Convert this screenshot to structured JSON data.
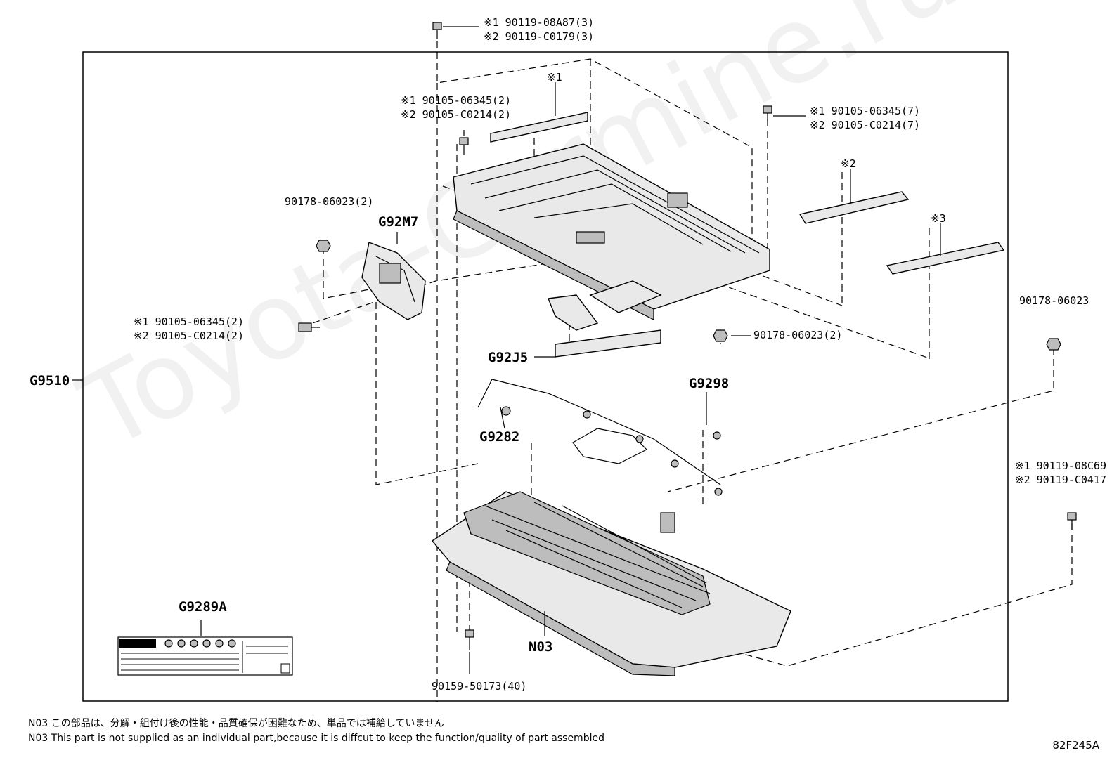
{
  "labels": {
    "top_bolt_1": "※1 90119-08A87(3)",
    "top_bolt_2": "※2 90119-C0179(3)",
    "mark1": "※1",
    "mark2": "※2",
    "mark3": "※3",
    "left_bolt_1": "※1 90105-06345(2)",
    "left_bolt_2": "※2 90105-C0214(2)",
    "right_bolt_1": "※1 90105-06345(7)",
    "right_bolt_2": "※2 90105-C0214(7)",
    "nut_left": "90178-06023(2)",
    "bracket_part": "G92M7",
    "side_bolt_1": "※1 90105-06345(2)",
    "side_bolt_2": "※2 90105-C0214(2)",
    "nut_center": "90178-06023(2)",
    "nut_right": "90178-06023",
    "assembly": "G9510",
    "sensor_part": "G92J5",
    "harness_part": "G9298",
    "clamp_part": "G9282",
    "front_bolt_1": "※1 90119-08C69",
    "front_bolt_2": "※2 90119-C0417",
    "caution_label": "G9289A",
    "battery_part": "N03",
    "bottom_bolt": "90159-50173(40)"
  },
  "notes": {
    "jp": "N03 この部品は、分解・組付け後の性能・品質確保が困難なため、単品では補給していません",
    "en": "N03 This part is not supplied as an  individual part,because it is diffcut to keep the function/quality of part assembled"
  },
  "diagram_code": "82F245A",
  "watermark": "Toyota-Carmine.ru"
}
